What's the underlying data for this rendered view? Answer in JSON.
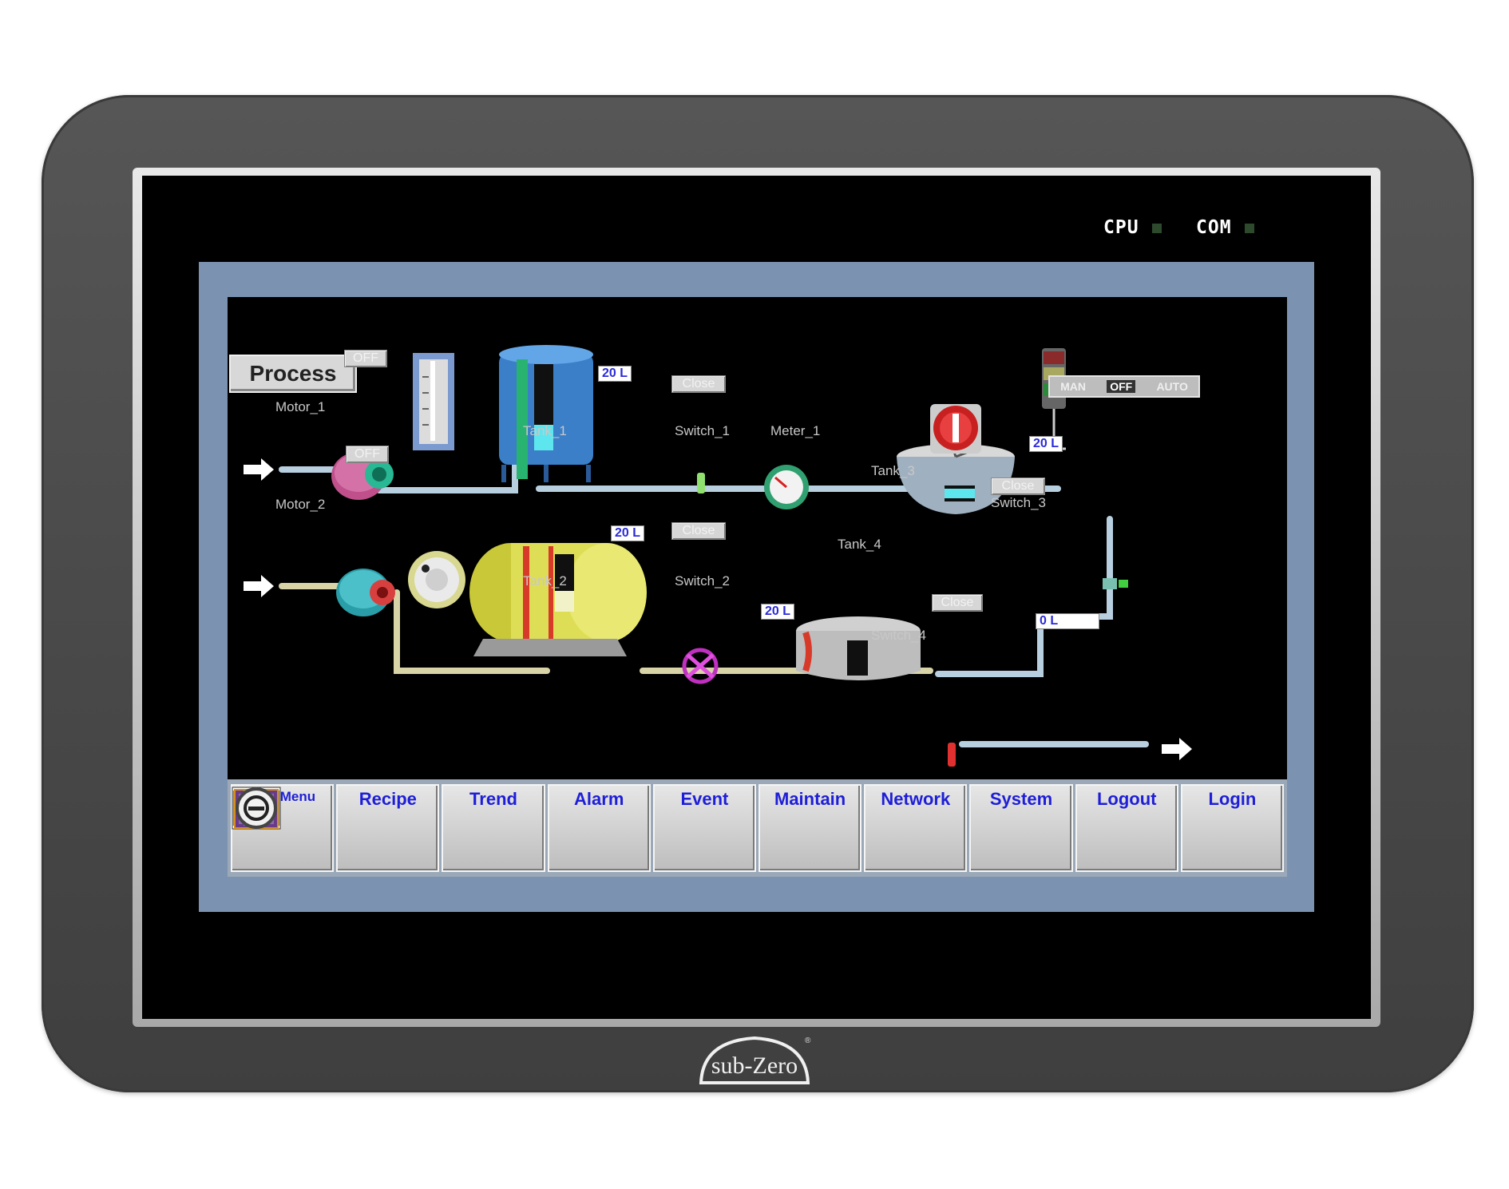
{
  "device": {
    "indicators": {
      "cpu": "CPU",
      "com": "COM"
    },
    "brand": "sub-Zero"
  },
  "screen": {
    "title": "Process",
    "motors": {
      "motor_1": "Motor_1",
      "motor_2": "Motor_2",
      "motor_1_state": "OFF",
      "motor_2_state": "OFF"
    },
    "tanks": {
      "tank_1": {
        "label": "Tank_1",
        "level": "20 L"
      },
      "tank_2": {
        "label": "Tank_2",
        "level": "20 L"
      },
      "tank_3": {
        "label": "Tank_3",
        "level": "20 L"
      },
      "tank_4": {
        "label": "Tank_4",
        "level": "20 L"
      }
    },
    "switches": {
      "switch_1": {
        "label": "Switch_1",
        "state": "Close"
      },
      "switch_2": {
        "label": "Switch_2",
        "state": "Close"
      },
      "switch_3": {
        "label": "Switch_3",
        "state": "Close"
      },
      "switch_4": {
        "label": "Switch_4",
        "state": "Close"
      }
    },
    "meter": {
      "label": "Meter_1"
    },
    "mode_selector": {
      "man": "MAN",
      "off": "OFF",
      "auto": "AUTO"
    },
    "output_value": "0 L",
    "nav": [
      {
        "label": "MainMenu",
        "icon": "main-menu-icon"
      },
      {
        "label": "Recipe",
        "icon": "recipe-icon"
      },
      {
        "label": "Trend",
        "icon": "trend-icon"
      },
      {
        "label": "Alarm",
        "icon": "alarm-icon"
      },
      {
        "label": "Event",
        "icon": "event-icon"
      },
      {
        "label": "Maintain",
        "icon": "maintain-icon"
      },
      {
        "label": "Network",
        "icon": "network-icon"
      },
      {
        "label": "System",
        "icon": "system-icon"
      },
      {
        "label": "Logout",
        "icon": "logout-icon"
      },
      {
        "label": "Login",
        "icon": "login-icon"
      }
    ]
  },
  "colors": {
    "pipe": "#b8cfe0",
    "pipe2": "#d8d4a8",
    "panel": "#7b93b0",
    "nav_text": "#1e1ed8"
  }
}
